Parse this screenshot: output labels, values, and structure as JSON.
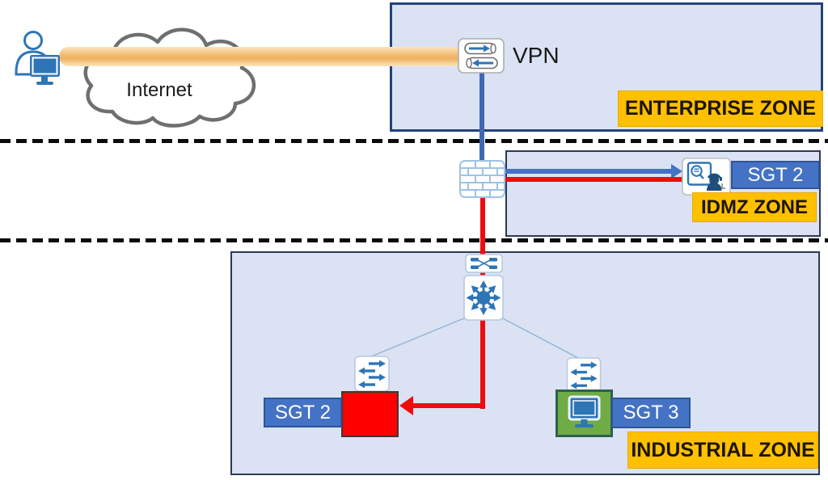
{
  "zones": {
    "enterprise": {
      "label": "ENTERPRISE ZONE"
    },
    "idmz": {
      "label": "IDMZ ZONE"
    },
    "industrial": {
      "label": "INDUSTRIAL ZONE"
    }
  },
  "nodes": {
    "internet": {
      "label": "Internet"
    },
    "vpn": {
      "label": "VPN"
    },
    "idmz_jump_host": {
      "sgt": "SGT 2"
    },
    "industrial_device": {
      "sgt": "SGT 2"
    },
    "industrial_workstation": {
      "sgt": "SGT 3"
    }
  },
  "colors": {
    "zone-fill": "#dbe2f3",
    "zone-border": "#24437c",
    "zone-border-dark": "#2c3a52",
    "accent-orange": "#ffc000",
    "zone-label-text": "#1c1400",
    "sgt-badge-fill": "#4472c4",
    "sgt-badge-border": "#2f5597",
    "sgt-badge-text": "#ffffff",
    "flow-blue": "#4472c4",
    "flow-blue-dark": "#3e68b3",
    "flow-red": "#ee0c0c",
    "pipe-light": "#fbe5c0",
    "pipe-dark": "#f2ba6e",
    "icon-blue": "#2e75b6",
    "icon-dark-blue": "#1f4e79",
    "device-red": "#fe0000",
    "device-green": "#6fac46",
    "device-green-border": "#2f5f50",
    "device-red-border": "#3b3838",
    "cloud-stroke": "#6f6f6f",
    "thin-link": "#94b3d6",
    "firewall-blue": "#9dc3e6",
    "dash-color": "#0b0b0b"
  }
}
